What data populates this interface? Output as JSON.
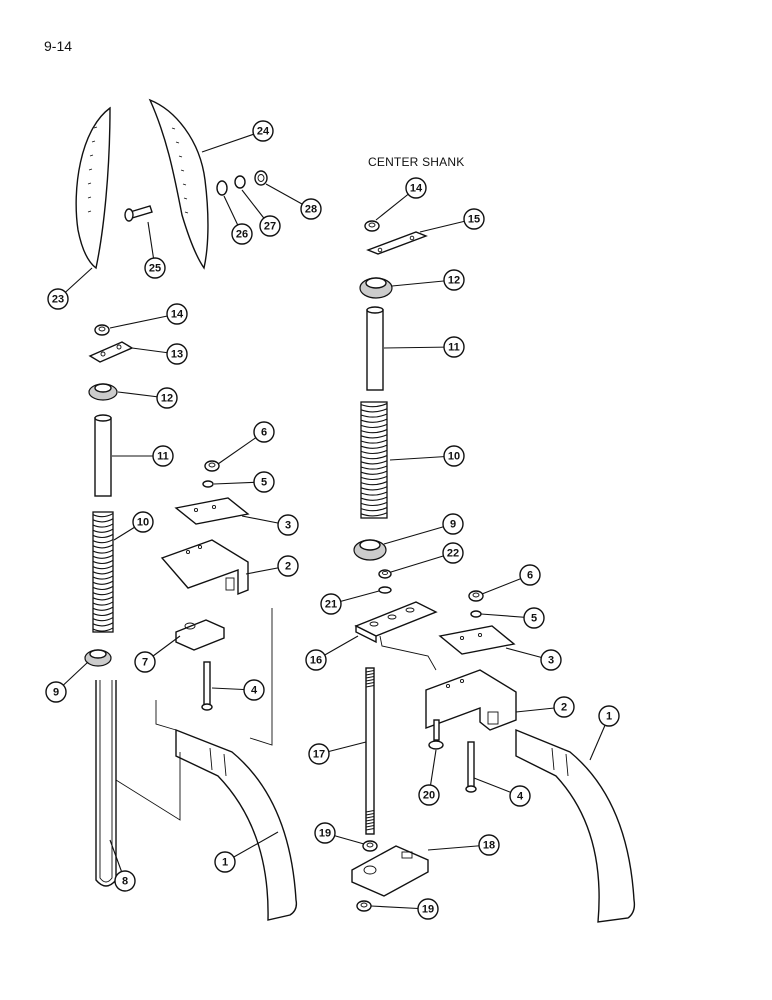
{
  "page": {
    "number": "9-14"
  },
  "labels": {
    "center_shank": "CENTER SHANK"
  },
  "colors": {
    "ink": "#111111",
    "paper": "#ffffff",
    "shade": "#cccccc"
  },
  "callouts": [
    {
      "id": "c24",
      "text": "24"
    },
    {
      "id": "c23",
      "text": "23"
    },
    {
      "id": "c25",
      "text": "25"
    },
    {
      "id": "c26",
      "text": "26"
    },
    {
      "id": "c27",
      "text": "27"
    },
    {
      "id": "c28",
      "text": "28"
    },
    {
      "id": "c14a",
      "text": "14"
    },
    {
      "id": "c13",
      "text": "13"
    },
    {
      "id": "c12a",
      "text": "12"
    },
    {
      "id": "c11a",
      "text": "11"
    },
    {
      "id": "c10a",
      "text": "10"
    },
    {
      "id": "c9a",
      "text": "9"
    },
    {
      "id": "c8",
      "text": "8"
    },
    {
      "id": "c7",
      "text": "7"
    },
    {
      "id": "c6a",
      "text": "6"
    },
    {
      "id": "c5a",
      "text": "5"
    },
    {
      "id": "c3a",
      "text": "3"
    },
    {
      "id": "c2a",
      "text": "2"
    },
    {
      "id": "c4a",
      "text": "4"
    },
    {
      "id": "c1a",
      "text": "1"
    },
    {
      "id": "c14b",
      "text": "14"
    },
    {
      "id": "c15",
      "text": "15"
    },
    {
      "id": "c12b",
      "text": "12"
    },
    {
      "id": "c11b",
      "text": "11"
    },
    {
      "id": "c10b",
      "text": "10"
    },
    {
      "id": "c9b",
      "text": "9"
    },
    {
      "id": "c22",
      "text": "22"
    },
    {
      "id": "c21",
      "text": "21"
    },
    {
      "id": "c16",
      "text": "16"
    },
    {
      "id": "c6b",
      "text": "6"
    },
    {
      "id": "c5b",
      "text": "5"
    },
    {
      "id": "c3b",
      "text": "3"
    },
    {
      "id": "c2b",
      "text": "2"
    },
    {
      "id": "c1b",
      "text": "1"
    },
    {
      "id": "c17",
      "text": "17"
    },
    {
      "id": "c20",
      "text": "20"
    },
    {
      "id": "c4b",
      "text": "4"
    },
    {
      "id": "c19a",
      "text": "19"
    },
    {
      "id": "c18",
      "text": "18"
    },
    {
      "id": "c19b",
      "text": "19"
    }
  ]
}
